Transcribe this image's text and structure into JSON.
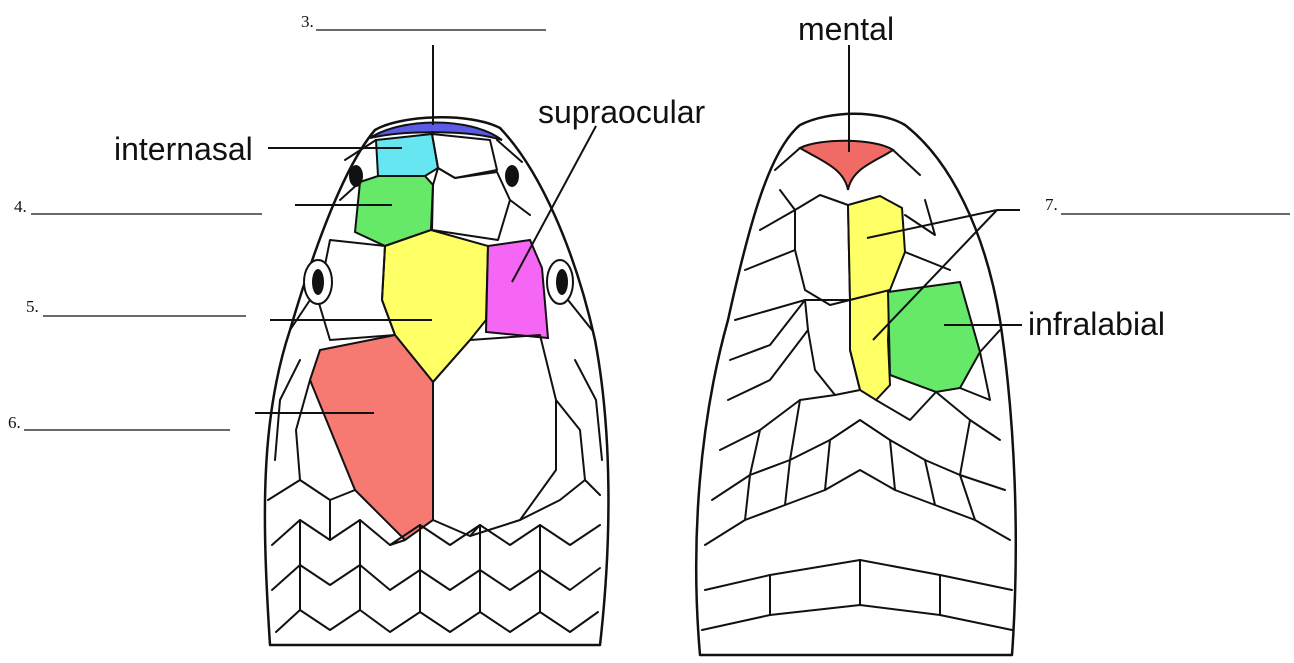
{
  "labels": {
    "internasal": "internasal",
    "supraocular": "supraocular",
    "mental": "mental",
    "infralabial": "infralabial"
  },
  "blanks": {
    "b3": "3.",
    "b4": "4.",
    "b5": "5.",
    "b6": "6.",
    "b7": "7."
  },
  "colors": {
    "rostral": "#5b5be8",
    "internasal": "#66e6f0",
    "prefrontal": "#66e868",
    "frontal": "#ffff66",
    "supraocular": "#f566f5",
    "parietal": "#f77a72",
    "mental": "#f06a66",
    "chin_shield": "#ffff66",
    "infralabial": "#66e868"
  }
}
